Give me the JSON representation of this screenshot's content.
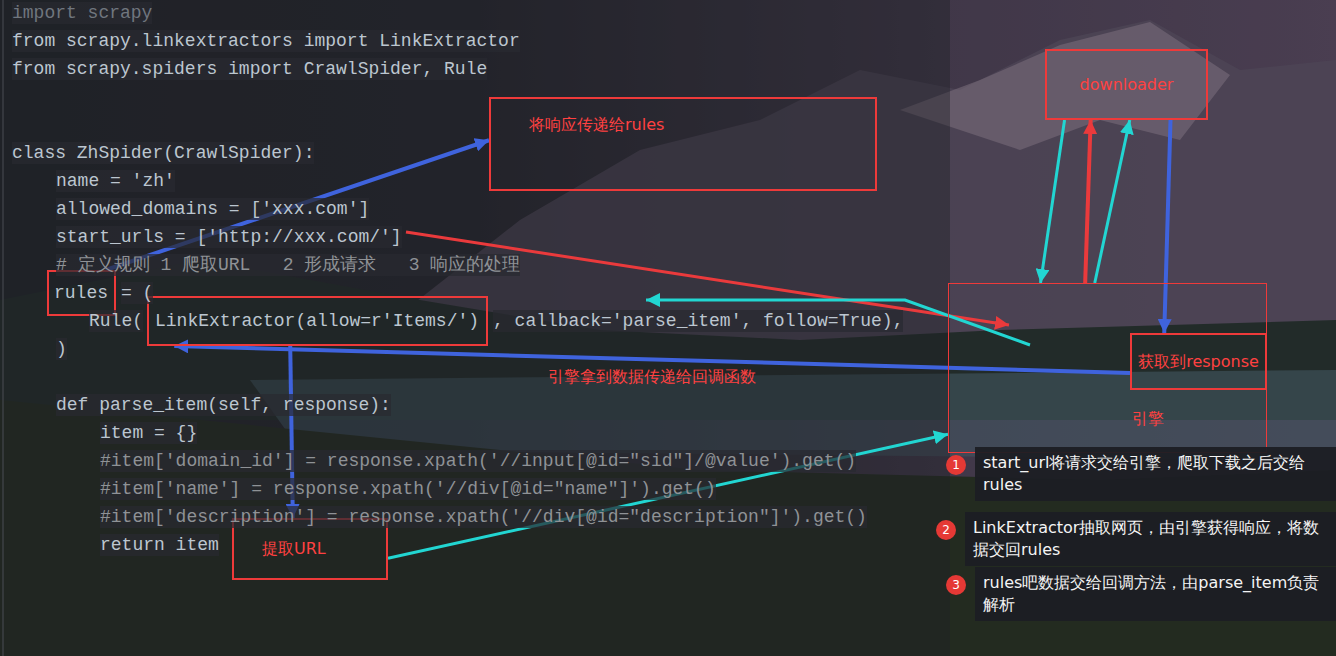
{
  "diagram": {
    "nodes": [
      {
        "text": [
          "downloader"
        ]
      },
      {
        "text": [
          "将响应传递给rules"
        ]
      },
      {
        "text": [
          "rules"
        ]
      },
      {
        "text": [
          "引擎"
        ]
      },
      {
        "text": [
          "获取到response"
        ],
        "in": 3
      },
      {
        "text": [
          "LinkExtractor(allow=r'Items/')"
        ]
      },
      {
        "text": [
          "提取URL"
        ]
      },
      {
        "text": [
          "1",
          "start_url将请求交给引擎，爬取下载之后交给rules"
        ]
      },
      {
        "text": [
          "2",
          "LinkExtractor抽取网页，由引擎获得响应，将数据交回rules"
        ]
      },
      {
        "text": [
          "3",
          "rules吧数据交给回调方法，由parse_item负责解析"
        ]
      }
    ],
    "edges": [
      {
        "from": 2,
        "to": 1,
        "arrow": "to"
      },
      {
        "from": 0,
        "to": 3,
        "arrow": "to"
      },
      {
        "from": 3,
        "to": 0,
        "arrow": "to"
      },
      {
        "from": 3,
        "to": 0,
        "arrow": "to"
      },
      {
        "from": 0,
        "to": 4,
        "arrow": "to"
      },
      {
        "from": 4,
        "to": 5,
        "label": "引擎拿到数据传递给回调函数",
        "arrow": "to"
      },
      {
        "from": 5,
        "to": 6,
        "arrow": "to"
      },
      {
        "from": 6,
        "to": 3,
        "arrow": "to"
      }
    ],
    "labels": [
      "import scrapy",
      "from scrapy.linkextractors import LinkExtractor",
      "from scrapy.spiders import CrawlSpider, Rule",
      "class ZhSpider(CrawlSpider):",
      "name = 'zh'",
      "allowed_domains = ['xxx.com']",
      "start_urls = ['http://xxx.com/']",
      "# 定义规则 1 爬取URL   2 形成请求   3 响应的处理",
      "= (",
      "Rule(",
      ", callback='parse_item', follow=True),",
      ")",
      "def parse_item(self, response):",
      "item = {}",
      "#item['domain_id'] = response.xpath('//input[@id=\"sid\"]/@value').get()",
      "#item['name'] = response.xpath('//div[@id=\"name\"]').get()",
      "#item['description'] = response.xpath('//div[@id=\"description\"]').get()",
      "return item"
    ]
  }
}
